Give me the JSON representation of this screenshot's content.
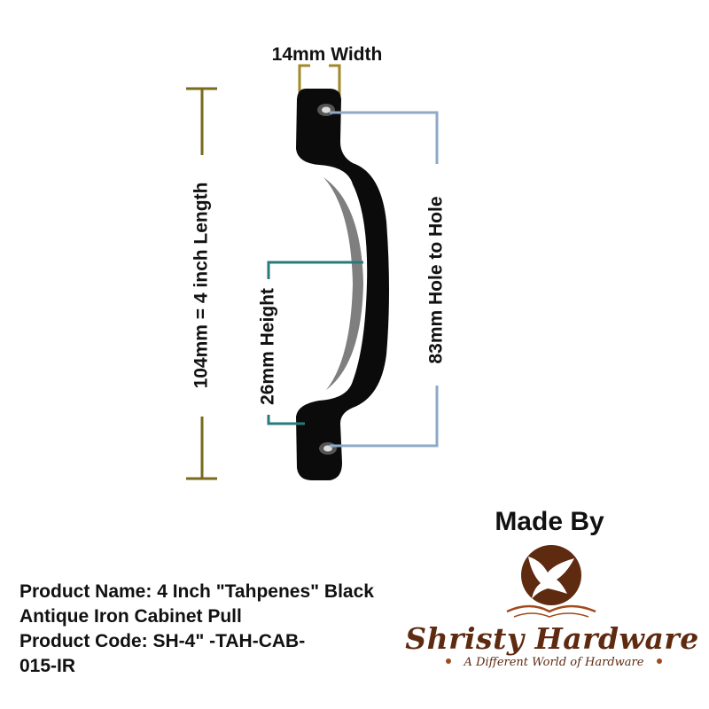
{
  "diagram": {
    "width_label": "14mm Width",
    "length_label": "104mm = 4 inch Length",
    "height_label": "26mm Height",
    "hole_label": "83mm Hole to Hole",
    "colors": {
      "length": "#7a6a1e",
      "width": "#a08a2a",
      "hole": "#8eaac6",
      "height": "#2a7a7c",
      "handle": "#0b0b0b"
    }
  },
  "branding": {
    "made_by": "Made By",
    "brand_name": "Shristy Hardware",
    "tagline": "A Different World of Hardware",
    "colors": {
      "brown": "#5e2a10",
      "accent": "#a24a1c"
    }
  },
  "product": {
    "lines": [
      "Product Name: 4 Inch \"Tahpenes\" Black",
      "Antique Iron Cabinet Pull",
      "Product Code: SH-4\" -TAH-CAB-",
      "015-IR"
    ]
  }
}
